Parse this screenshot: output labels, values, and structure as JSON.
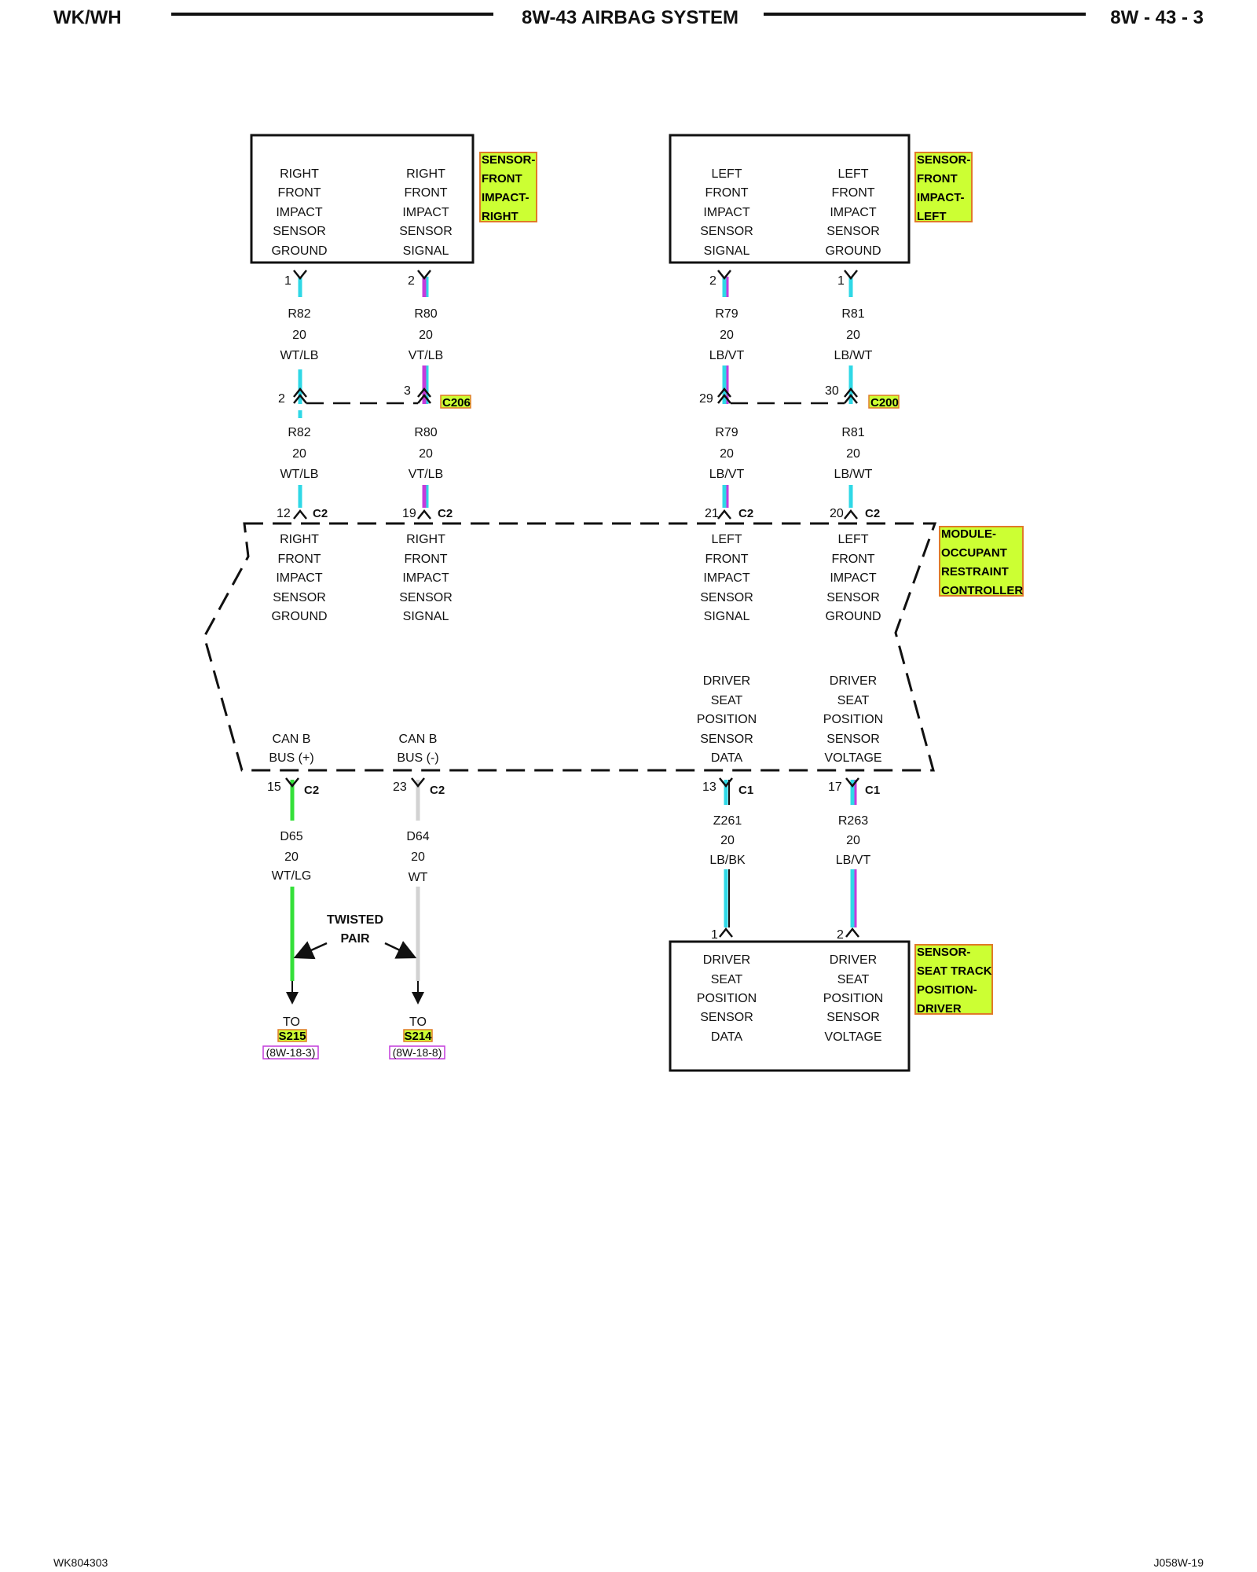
{
  "header": {
    "left": "WK/WH",
    "center": "8W-43 AIRBAG SYSTEM",
    "right": "8W - 43 - 3"
  },
  "footer": {
    "left": "WK804303",
    "right": "J058W-19"
  },
  "colors": {
    "lb": "#2fd8e6",
    "vt": "#c43cdc",
    "wt": "#d2d2d2",
    "lg": "#35e03a",
    "bk": "#111111",
    "tag_bg": "#ccff33",
    "tag_border": "#e07a28"
  },
  "components": {
    "sensor_right": {
      "tag": [
        "SENSOR-",
        "FRONT",
        "IMPACT-",
        "RIGHT"
      ],
      "pin1": [
        "RIGHT",
        "FRONT",
        "IMPACT",
        "SENSOR",
        "GROUND"
      ],
      "pin2": [
        "RIGHT",
        "FRONT",
        "IMPACT",
        "SENSOR",
        "SIGNAL"
      ]
    },
    "sensor_left": {
      "tag": [
        "SENSOR-",
        "FRONT",
        "IMPACT-",
        "LEFT"
      ],
      "pin2": [
        "LEFT",
        "FRONT",
        "IMPACT",
        "SENSOR",
        "SIGNAL"
      ],
      "pin1": [
        "LEFT",
        "FRONT",
        "IMPACT",
        "SENSOR",
        "GROUND"
      ]
    },
    "module": {
      "tag": [
        "MODULE-",
        "OCCUPANT",
        "RESTRAINT",
        "CONTROLLER"
      ],
      "rf_ground": [
        "RIGHT",
        "FRONT",
        "IMPACT",
        "SENSOR",
        "GROUND"
      ],
      "rf_signal": [
        "RIGHT",
        "FRONT",
        "IMPACT",
        "SENSOR",
        "SIGNAL"
      ],
      "lf_signal": [
        "LEFT",
        "FRONT",
        "IMPACT",
        "SENSOR",
        "SIGNAL"
      ],
      "lf_ground": [
        "LEFT",
        "FRONT",
        "IMPACT",
        "SENSOR",
        "GROUND"
      ],
      "ds_data": [
        "DRIVER",
        "SEAT",
        "POSITION",
        "SENSOR",
        "DATA"
      ],
      "ds_voltage": [
        "DRIVER",
        "SEAT",
        "POSITION",
        "SENSOR",
        "VOLTAGE"
      ],
      "can_plus": [
        "CAN B",
        "BUS (+)"
      ],
      "can_minus": [
        "CAN B",
        "BUS (-)"
      ]
    },
    "seat_sensor": {
      "tag": [
        "SENSOR-",
        "SEAT TRACK",
        "POSITION-",
        "DRIVER"
      ],
      "data": [
        "DRIVER",
        "SEAT",
        "POSITION",
        "SENSOR",
        "DATA"
      ],
      "voltage": [
        "DRIVER",
        "SEAT",
        "POSITION",
        "SENSOR",
        "VOLTAGE"
      ]
    }
  },
  "connectors": {
    "c206": "C206",
    "c200": "C200",
    "c2": "C2",
    "c1": "C1"
  },
  "pins": {
    "rs_1": "1",
    "rs_2": "2",
    "ls_2": "2",
    "ls_1": "1",
    "c206_2": "2",
    "c206_3": "3",
    "c200_29": "29",
    "c200_30": "30",
    "m_12": "12",
    "m_19": "19",
    "m_21": "21",
    "m_20": "20",
    "m_15": "15",
    "m_23": "23",
    "m_13": "13",
    "m_17": "17",
    "ss_1": "1",
    "ss_2": "2"
  },
  "circuits": {
    "r82_upper": [
      "R82",
      "20",
      "WT/LB"
    ],
    "r80_upper": [
      "R80",
      "20",
      "VT/LB"
    ],
    "r79_upper": [
      "R79",
      "20",
      "LB/VT"
    ],
    "r81_upper": [
      "R81",
      "20",
      "LB/WT"
    ],
    "r82_lower": [
      "R82",
      "20",
      "WT/LB"
    ],
    "r80_lower": [
      "R80",
      "20",
      "VT/LB"
    ],
    "r79_lower": [
      "R79",
      "20",
      "LB/VT"
    ],
    "r81_lower": [
      "R81",
      "20",
      "LB/WT"
    ],
    "d65": [
      "D65",
      "20",
      "WT/LG"
    ],
    "d64": [
      "D64",
      "20",
      "WT"
    ],
    "z261": [
      "Z261",
      "20",
      "LB/BK"
    ],
    "r263": [
      "R263",
      "20",
      "LB/VT"
    ]
  },
  "twisted_pair": [
    "TWISTED",
    "PAIR"
  ],
  "splices": {
    "s215": {
      "to": "TO",
      "id": "S215",
      "ref": "(8W-18-3)"
    },
    "s214": {
      "to": "TO",
      "id": "S214",
      "ref": "(8W-18-8)"
    }
  }
}
